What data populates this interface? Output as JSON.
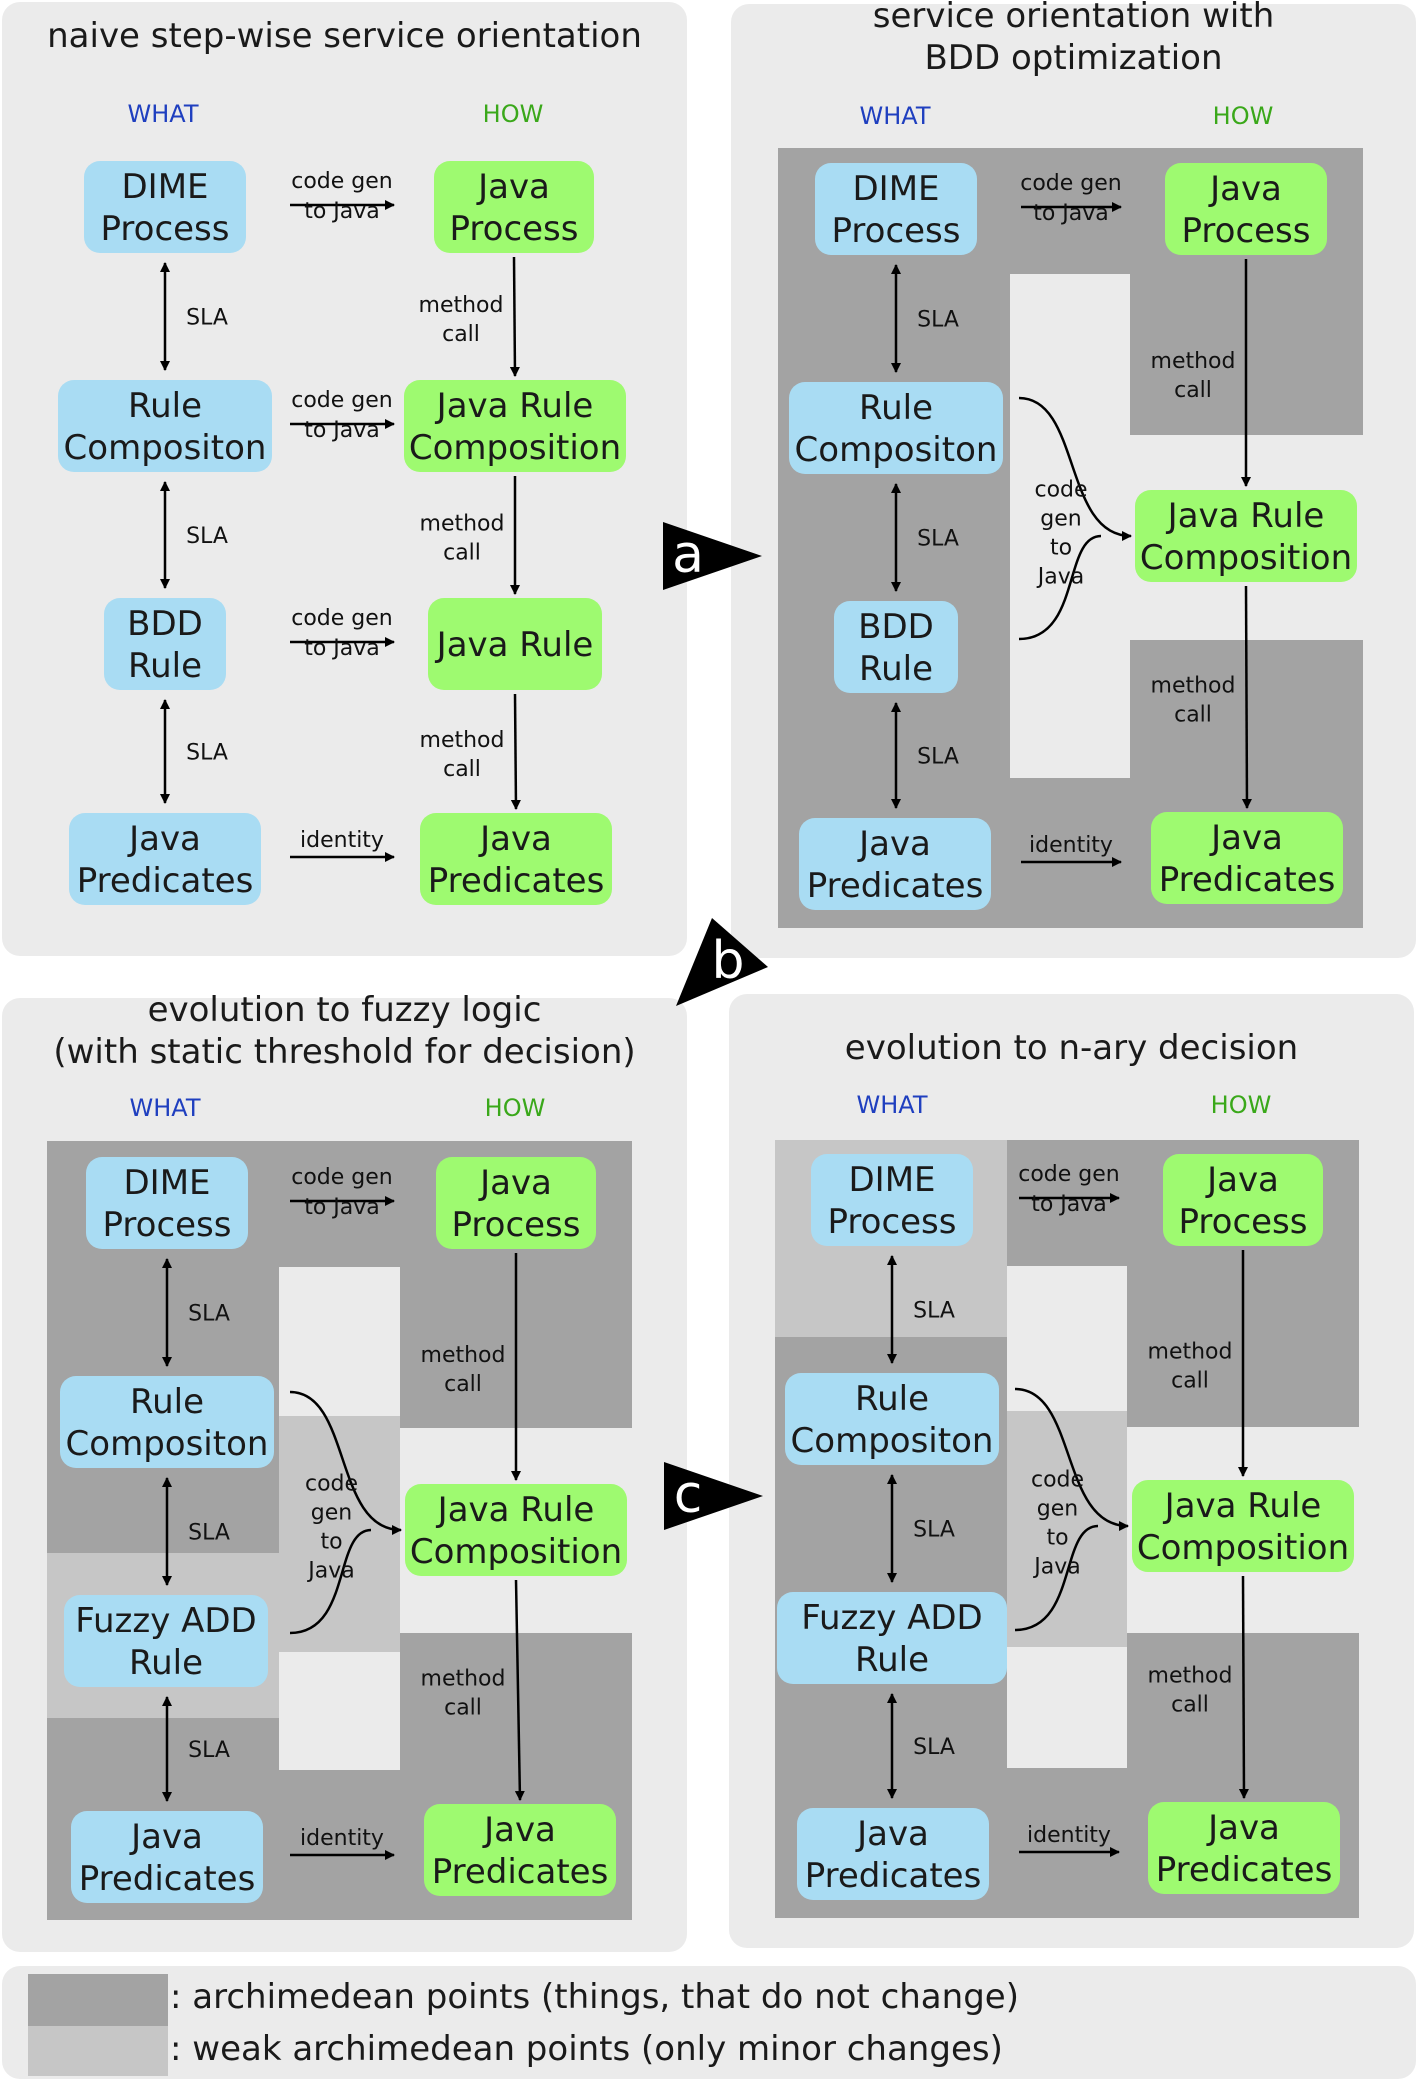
{
  "colors": {
    "panel_bg": "#ebebeb",
    "archimedean": "#a3a3a3",
    "weak_archimedean": "#c6c6c6",
    "what_box": "#a9dcf3",
    "how_box": "#9efa70",
    "what_text": "#1f3fbf",
    "how_text": "#3aa81a",
    "arrow": "#000000"
  },
  "panels": [
    {
      "title": [
        "naive step-wise service orientation"
      ],
      "what": "WHAT",
      "how": "HOW",
      "what_boxes": [
        [
          "DIME",
          "Process"
        ],
        [
          "Rule",
          "Compositon"
        ],
        [
          "BDD",
          "Rule"
        ],
        [
          "Java",
          "Predicates"
        ]
      ],
      "how_boxes": [
        [
          "Java",
          "Process"
        ],
        [
          "Java Rule",
          "Composition"
        ],
        [
          "Java Rule"
        ],
        [
          "Java",
          "Predicates"
        ]
      ],
      "horizontal_labels": [
        [
          "code gen",
          "to Java"
        ],
        [
          "code gen",
          "to Java"
        ],
        [
          "code gen",
          "to Java"
        ],
        [
          "identity"
        ]
      ],
      "sla_labels": [
        "SLA",
        "SLA",
        "SLA"
      ],
      "method_labels": [
        [
          "method",
          "call"
        ],
        [
          "method",
          "call"
        ],
        [
          "method",
          "call"
        ]
      ]
    },
    {
      "title": [
        "service orientation with",
        "BDD optimization"
      ],
      "what": "WHAT",
      "how": "HOW",
      "what_boxes": [
        [
          "DIME",
          "Process"
        ],
        [
          "Rule",
          "Compositon"
        ],
        [
          "BDD",
          "Rule"
        ],
        [
          "Java",
          "Predicates"
        ]
      ],
      "how_boxes": [
        [
          "Java",
          "Process"
        ],
        [
          "Java Rule",
          "Composition"
        ],
        [
          "Java",
          "Predicates"
        ]
      ],
      "horizontal_labels": [
        [
          "code gen",
          "to Java"
        ],
        [
          "identity"
        ]
      ],
      "merge_label": [
        "code",
        "gen",
        "to",
        "Java"
      ],
      "sla_labels": [
        "SLA",
        "SLA",
        "SLA"
      ],
      "method_labels": [
        [
          "method",
          "call"
        ],
        [
          "method",
          "call"
        ]
      ]
    },
    {
      "title": [
        "evolution to fuzzy logic",
        "(with static threshold for decision)"
      ],
      "what": "WHAT",
      "how": "HOW",
      "what_boxes": [
        [
          "DIME",
          "Process"
        ],
        [
          "Rule",
          "Compositon"
        ],
        [
          "Fuzzy ADD",
          "Rule"
        ],
        [
          "Java",
          "Predicates"
        ]
      ],
      "how_boxes": [
        [
          "Java",
          "Process"
        ],
        [
          "Java Rule",
          "Composition"
        ],
        [
          "Java",
          "Predicates"
        ]
      ],
      "horizontal_labels": [
        [
          "code gen",
          "to Java"
        ],
        [
          "identity"
        ]
      ],
      "merge_label": [
        "code",
        "gen",
        "to",
        "Java"
      ],
      "sla_labels": [
        "SLA",
        "SLA",
        "SLA"
      ],
      "method_labels": [
        [
          "method",
          "call"
        ],
        [
          "method",
          "call"
        ]
      ]
    },
    {
      "title": [
        "evolution to n-ary decision"
      ],
      "what": "WHAT",
      "how": "HOW",
      "what_boxes": [
        [
          "DIME",
          "Process"
        ],
        [
          "Rule",
          "Compositon"
        ],
        [
          "Fuzzy ADD",
          "Rule"
        ],
        [
          "Java",
          "Predicates"
        ]
      ],
      "how_boxes": [
        [
          "Java",
          "Process"
        ],
        [
          "Java Rule",
          "Composition"
        ],
        [
          "Java",
          "Predicates"
        ]
      ],
      "horizontal_labels": [
        [
          "code gen",
          "to Java"
        ],
        [
          "identity"
        ]
      ],
      "merge_label": [
        "code",
        "gen",
        "to",
        "Java"
      ],
      "sla_labels": [
        "SLA",
        "SLA",
        "SLA"
      ],
      "method_labels": [
        [
          "method",
          "call"
        ],
        [
          "method",
          "call"
        ]
      ]
    }
  ],
  "transitions": [
    "a",
    "b",
    "c"
  ],
  "legend": [
    ": archimedean points (things, that do not change)",
    ": weak archimedean points (only minor changes)"
  ]
}
